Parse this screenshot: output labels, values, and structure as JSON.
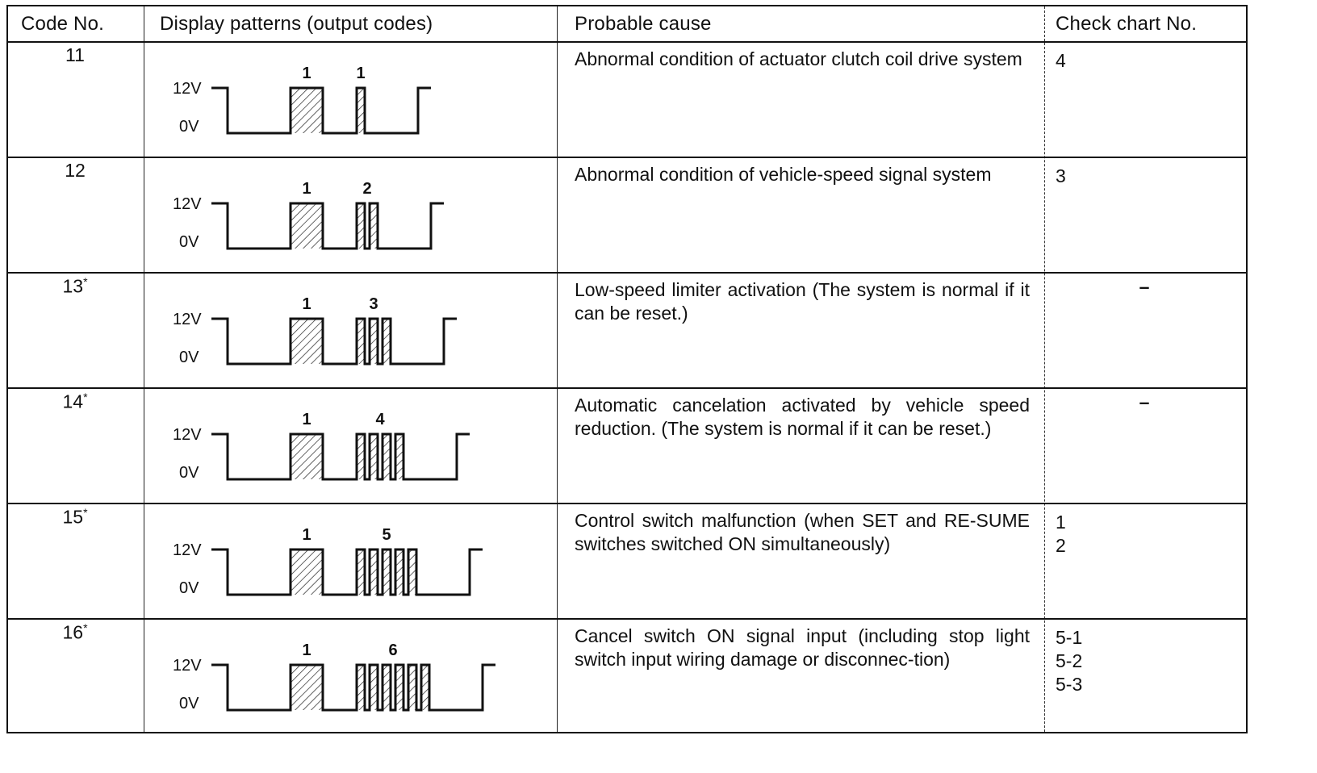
{
  "header": {
    "code": "Code No.",
    "display": "Display patterns (output codes)",
    "cause": "Probable cause",
    "check": "Check chart No."
  },
  "voltage_labels": {
    "high": "12V",
    "low": "0V"
  },
  "rows": [
    {
      "code": "11",
      "star": "",
      "first_count": 1,
      "second_count": 1,
      "first_label": "1",
      "second_label": "1",
      "cause": "Abnormal condition of actuator clutch coil drive system",
      "check": [
        "4"
      ]
    },
    {
      "code": "12",
      "star": "",
      "first_count": 1,
      "second_count": 2,
      "first_label": "1",
      "second_label": "2",
      "cause": "Abnormal condition of vehicle-speed signal system",
      "check": [
        "3"
      ]
    },
    {
      "code": "13",
      "star": "*",
      "first_count": 1,
      "second_count": 3,
      "first_label": "1",
      "second_label": "3",
      "cause": "Low-speed limiter activation (The system is normal if it can be reset.)",
      "check": [
        "–"
      ]
    },
    {
      "code": "14",
      "star": "*",
      "first_count": 1,
      "second_count": 4,
      "first_label": "1",
      "second_label": "4",
      "cause": "Automatic cancelation activated by vehicle speed reduction. (The system is normal if it can be reset.)",
      "check": [
        "–"
      ]
    },
    {
      "code": "15",
      "star": "*",
      "first_count": 1,
      "second_count": 5,
      "first_label": "1",
      "second_label": "5",
      "cause": "Control switch malfunction (when SET and RE-SUME switches switched ON simultaneously)",
      "check": [
        "1",
        "2"
      ]
    },
    {
      "code": "16",
      "star": "*",
      "first_count": 1,
      "second_count": 6,
      "first_label": "1",
      "second_label": "6",
      "cause": "Cancel switch ON signal input (including stop light switch input wiring damage or disconnec-tion)",
      "check": [
        "5-1",
        "5-2",
        "5-3"
      ]
    }
  ]
}
